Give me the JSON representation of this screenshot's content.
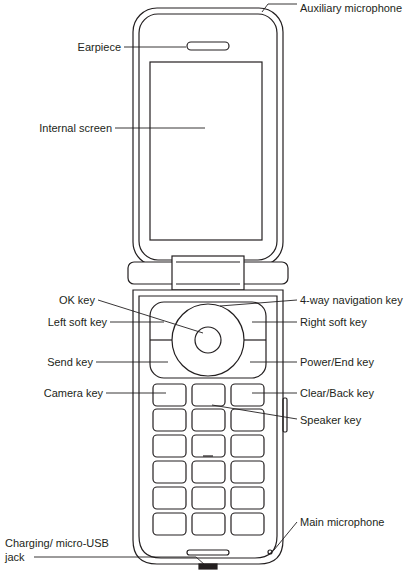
{
  "diagram": {
    "labels": [
      "Auxiliary microphone",
      "Earpiece",
      "Internal screen",
      "OK key",
      "4-way navigation key",
      "Left soft key",
      "Right soft key",
      "Send key",
      "Power/End key",
      "Camera key",
      "Clear/Back key",
      "Speaker key",
      "Charging/ micro-USB jack",
      "Main microphone"
    ]
  }
}
